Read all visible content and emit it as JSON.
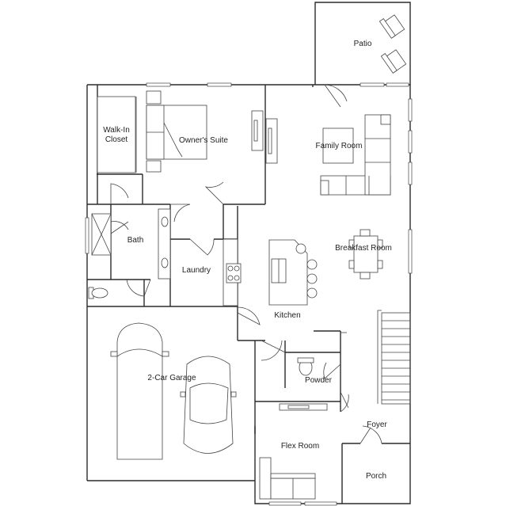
{
  "rooms": {
    "patio": "Patio",
    "walk_in_closet_1": "Walk-In",
    "walk_in_closet_2": "Closet",
    "owners_suite": "Owner's Suite",
    "family_room": "Family Room",
    "bath": "Bath",
    "breakfast_room": "Breakfast Room",
    "laundry": "Laundry",
    "kitchen": "Kitchen",
    "two_car_garage": "2-Car Garage",
    "powder": "Powder",
    "foyer": "Foyer",
    "flex_room": "Flex Room",
    "porch": "Porch"
  }
}
